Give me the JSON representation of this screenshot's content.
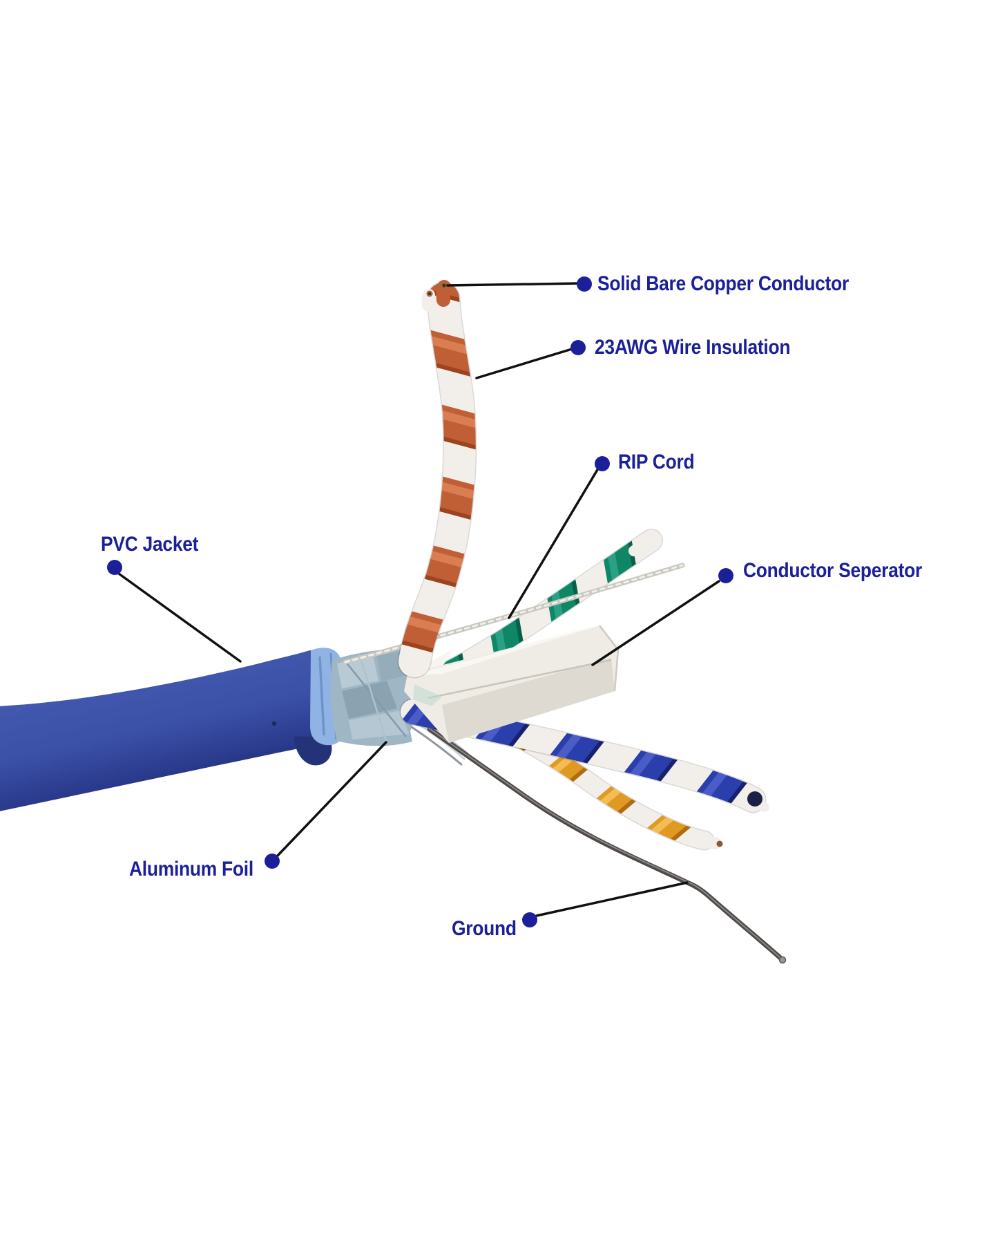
{
  "diagram": {
    "subject": "shielded twisted-pair network cable cutaway",
    "labels": {
      "solid_bare_copper": "Solid Bare Copper Conductor",
      "wire_insulation": "23AWG Wire Insulation",
      "rip_cord": "RIP Cord",
      "pvc_jacket": "PVC Jacket",
      "conductor_separator": "Conductor Seperator",
      "aluminum_foil": "Aluminum Foil",
      "ground": "Ground"
    },
    "colors": {
      "background": "#FFFFFF",
      "label_text": "#1B2099",
      "bullet": "#1B2099",
      "leader_line": "#101010",
      "jacket_blue": "#3B51A8",
      "jacket_dark_edge": "#141D52",
      "jacket_cut_rim": "#8FB3E3",
      "aluminum_foil": "#9FB6C4",
      "pair_rust_orange": "#C05F36",
      "pair_green": "#0F8766",
      "pair_blue": "#2A3EAC",
      "pair_amber": "#E09A22",
      "wire_white": "#F2EFEA",
      "separator_white": "#EFECE6",
      "ground_wire": "#4E4946",
      "copper": "#8A5633"
    }
  }
}
